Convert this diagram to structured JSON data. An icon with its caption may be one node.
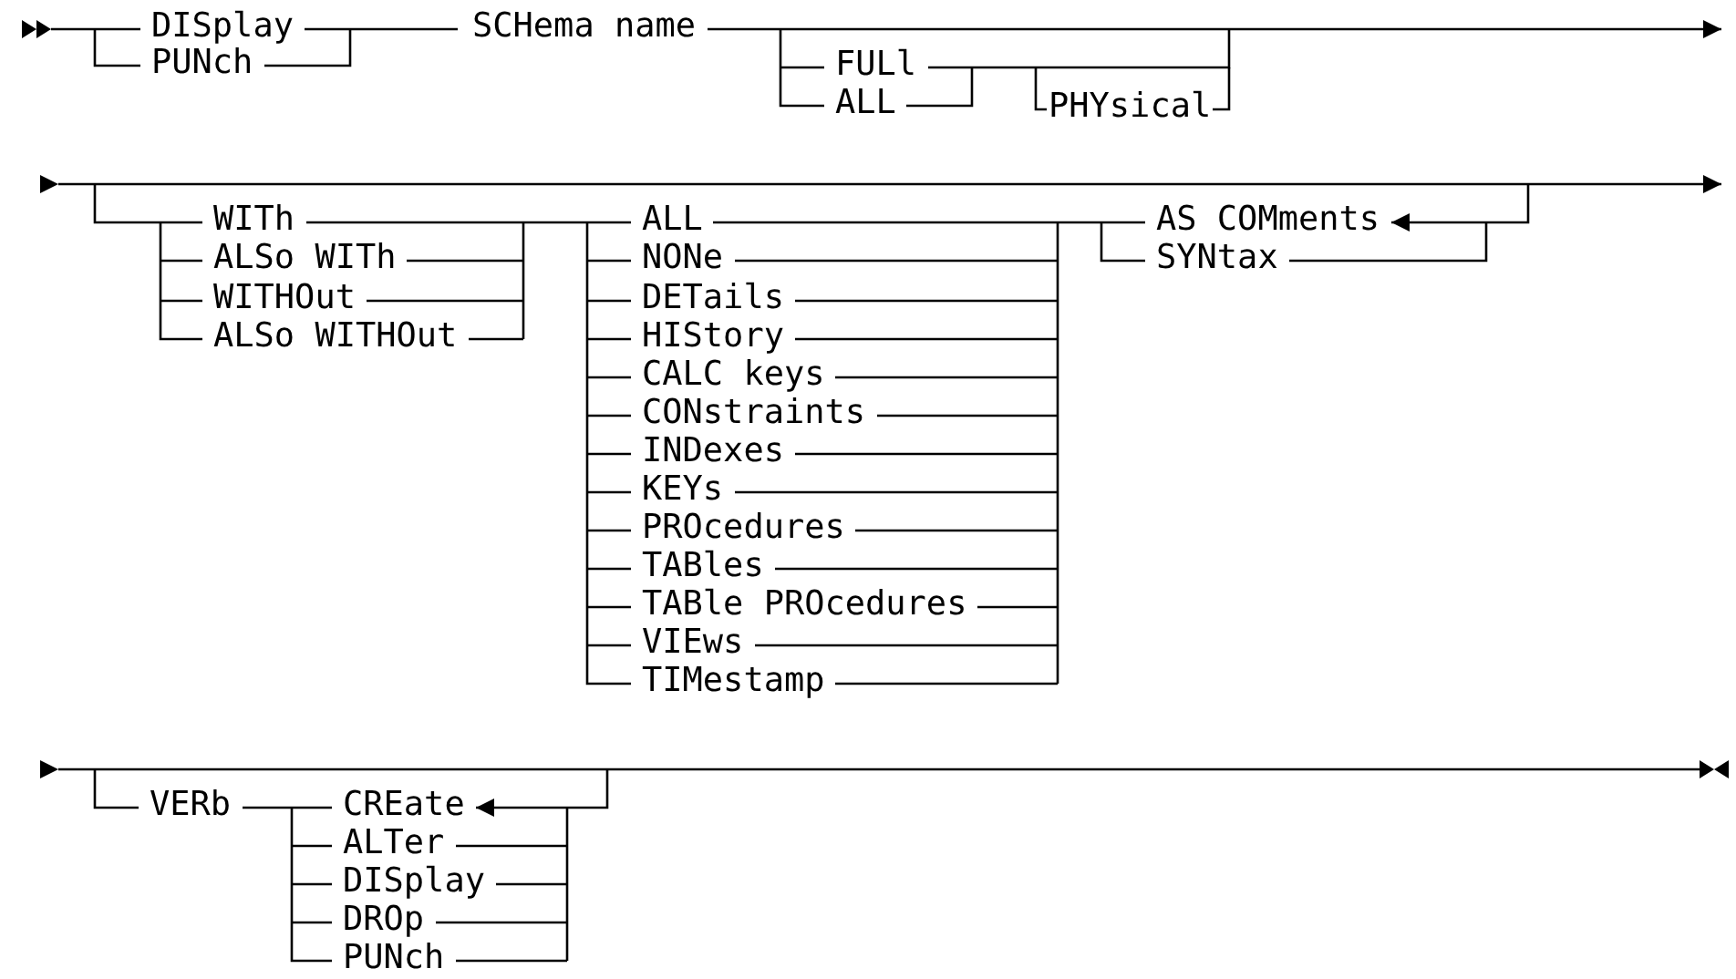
{
  "diagram": {
    "labels": [
      "DISplay",
      "SCHema name",
      "PUNch",
      "FULl",
      "ALL",
      "PHYsical",
      "WITh",
      "ALL",
      "AS COMments",
      "ALSo WITh",
      "NONe",
      "SYNtax",
      "WITHOut",
      "DETails",
      "ALSo WITHOut",
      "HIStory",
      "CALC keys",
      "CONstraints",
      "INDexes",
      "KEYs",
      "PROcedures",
      "TABles",
      "TABle PROcedures",
      "VIEws",
      "TIMestamp",
      "VERb",
      "CREate",
      "ALTer",
      "DISplay",
      "DROp",
      "PUNch"
    ]
  }
}
